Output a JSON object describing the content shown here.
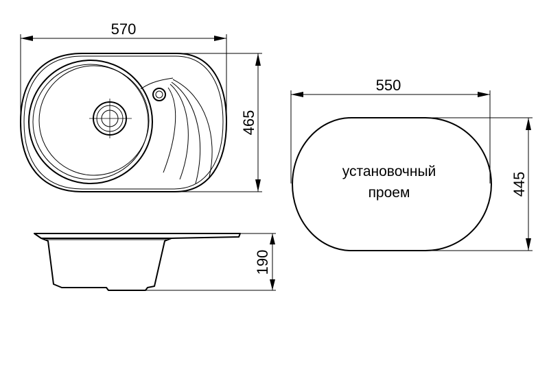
{
  "drawing": {
    "top_view": {
      "width_label": "570",
      "height_label": "465"
    },
    "side_view": {
      "depth_label": "190"
    },
    "cutout": {
      "width_label": "550",
      "height_label": "445",
      "text_line1": "установочный",
      "text_line2": "проем"
    }
  }
}
